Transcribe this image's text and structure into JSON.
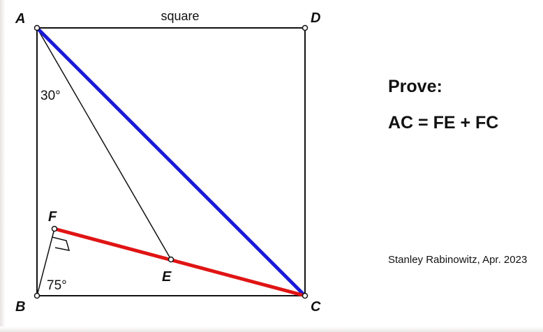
{
  "diagram": {
    "caption": "square",
    "points": {
      "A": "A",
      "B": "B",
      "C": "C",
      "D": "D",
      "E": "E",
      "F": "F"
    },
    "angles": {
      "at_A": "30°",
      "at_B": "75°"
    },
    "colors": {
      "diagonal_AC": "#1a1ad6",
      "segment_FC": "#e01414",
      "lines": "#111111"
    }
  },
  "problem": {
    "heading": "Prove:",
    "statement": "AC = FE + FC"
  },
  "credit": "Stanley Rabinowitz, Apr. 2023"
}
